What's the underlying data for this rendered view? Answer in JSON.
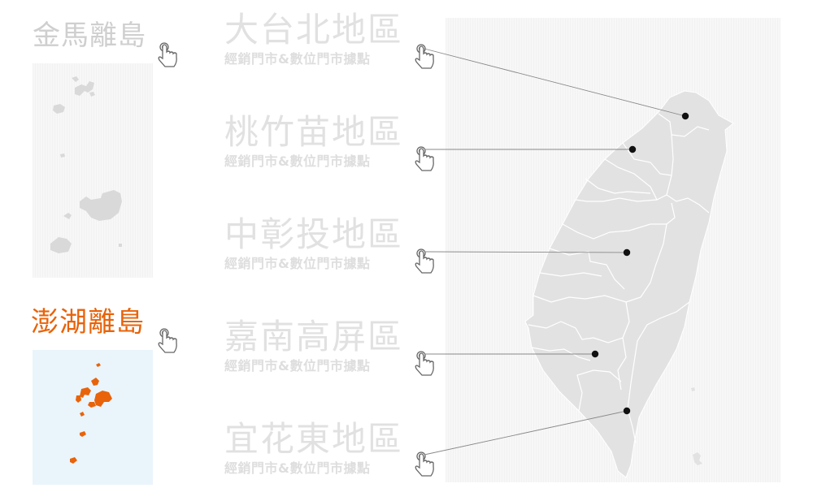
{
  "islands": [
    {
      "title": "金馬離島",
      "color": "#cccccc",
      "active": false
    },
    {
      "title": "澎湖離島",
      "color": "#e8630a",
      "active": true
    }
  ],
  "regions": [
    {
      "name": "大台北地區",
      "subtitle": "經銷門市&數位門市據點"
    },
    {
      "name": "桃竹苗地區",
      "subtitle": "經銷門市&數位門市據點"
    },
    {
      "name": "中彰投地區",
      "subtitle": "經銷門市&數位門市據點"
    },
    {
      "name": "嘉南高屏區",
      "subtitle": "經銷門市&數位門市據點"
    },
    {
      "name": "宜花東地區",
      "subtitle": "經銷門市&數位門市據點"
    }
  ],
  "colors": {
    "accent": "#e8630a",
    "inactive_text": "#d6d6d6",
    "map_fill": "#e2e2e2",
    "active_panel": "#eaf4fb"
  },
  "icons": {
    "pointer": "hand-pointer-icon",
    "marker": "location-dot-icon"
  }
}
